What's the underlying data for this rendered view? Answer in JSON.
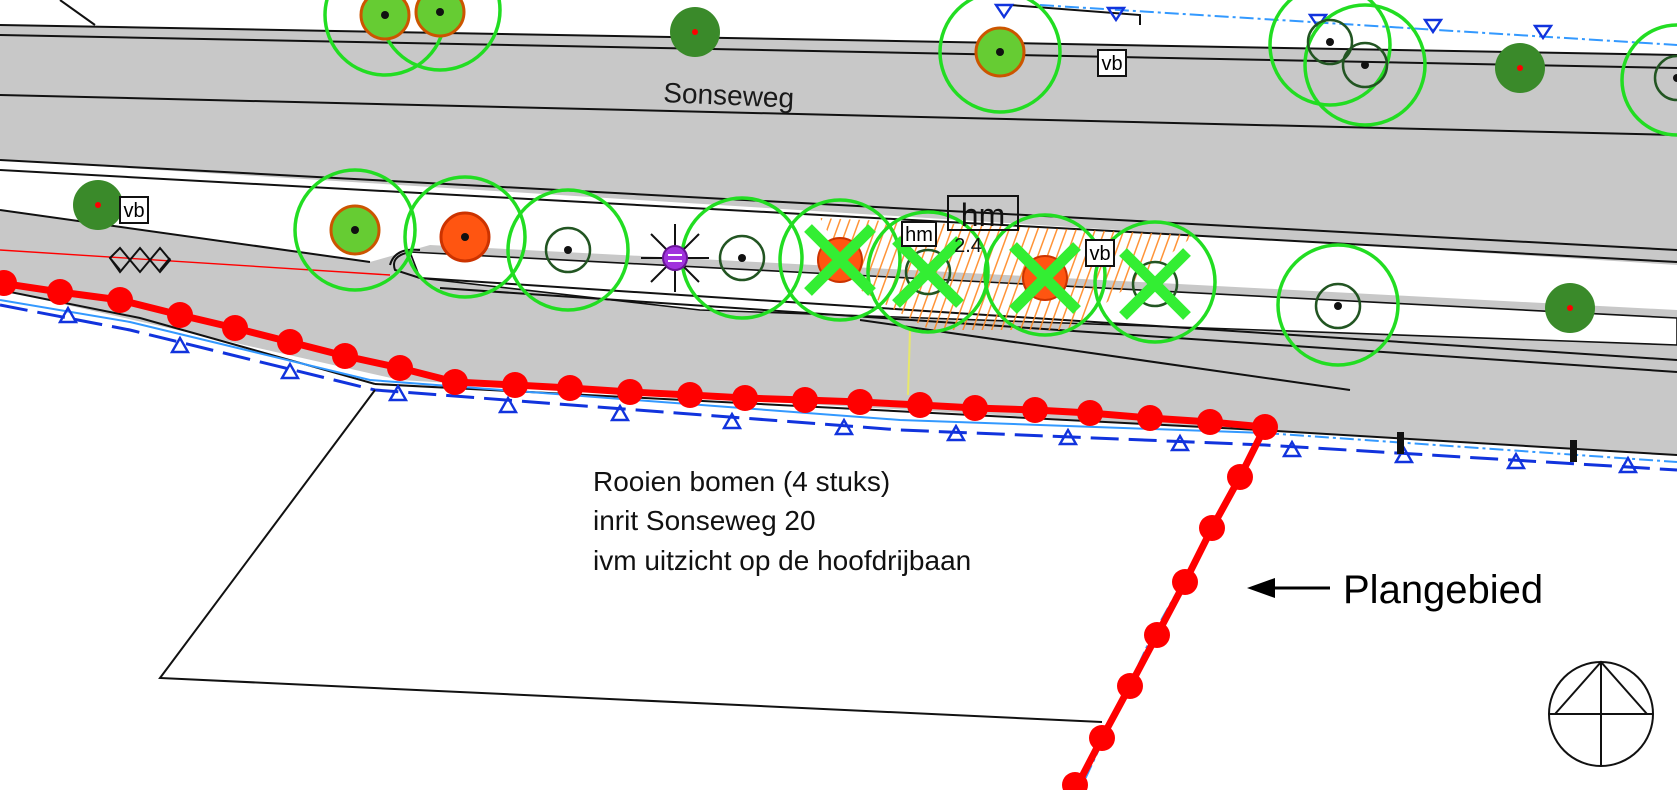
{
  "map": {
    "road_name": "Sonseweg",
    "note_lines": [
      "Rooien bomen (4 stuks)",
      "inrit Sonseweg 20",
      "ivm uitzicht op de hoofdrijbaan"
    ],
    "plan_label": "Plangebied",
    "tags": {
      "vb": "vb",
      "hm": "hm",
      "hm_big": "hm",
      "num": "2.4"
    },
    "icons": {
      "tree": "tree-symbol-icon",
      "remove": "remove-cross-icon",
      "lamp": "street-lamp-icon",
      "north": "north-arrow-icon",
      "arrow": "arrow-left-icon"
    },
    "colors": {
      "road": "#c8c8c8",
      "tree_canopy": "#22dd22",
      "tree_green": "#66cc33",
      "tree_orange": "#ff5511",
      "tree_dark": "#3a8a2a",
      "boundary": "#ff0000",
      "water": "#1133dd",
      "hatch": "#ff8822",
      "remove_cross": "#33ee33"
    }
  }
}
